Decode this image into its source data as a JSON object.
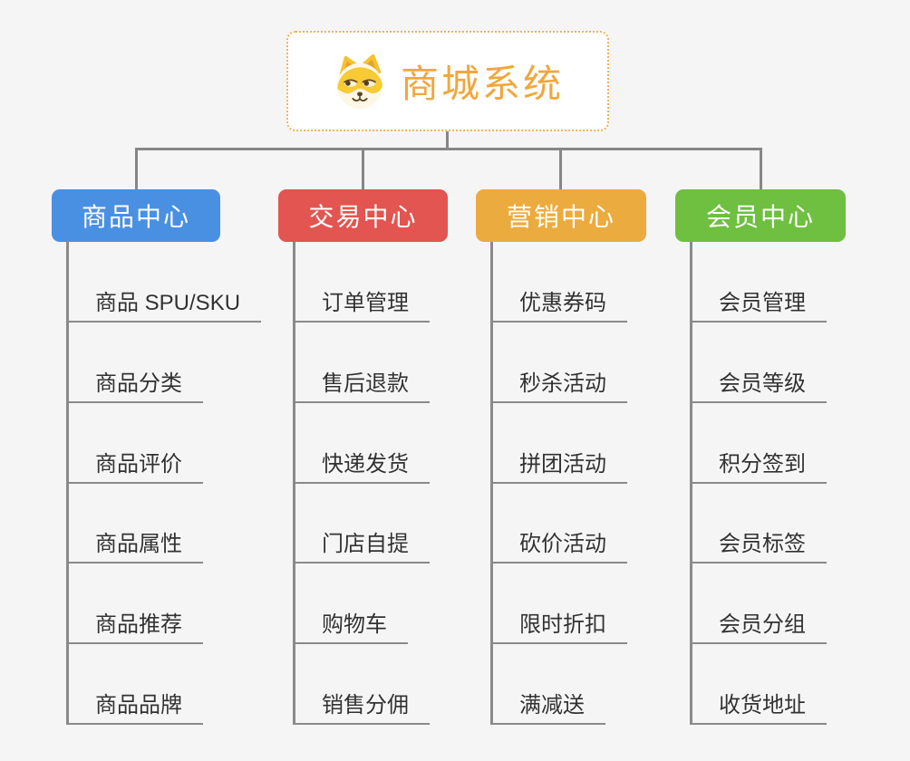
{
  "page": {
    "background_color": "#f5f5f6",
    "connector_color": "#868686"
  },
  "root": {
    "title": "商城系统",
    "icon": "doge-icon",
    "text_color": "#f1a73c",
    "border_color": "#efb158"
  },
  "branches": [
    {
      "label": "商品中心",
      "color": "#4a90e2",
      "children": [
        "商品 SPU/SKU",
        "商品分类",
        "商品评价",
        "商品属性",
        "商品推荐",
        "商品品牌"
      ]
    },
    {
      "label": "交易中心",
      "color": "#e25550",
      "children": [
        "订单管理",
        "售后退款",
        "快递发货",
        "门店自提",
        "购物车",
        "销售分佣"
      ]
    },
    {
      "label": "营销中心",
      "color": "#ecab3e",
      "children": [
        "优惠券码",
        "秒杀活动",
        "拼团活动",
        "砍价活动",
        "限时折扣",
        "满减送"
      ]
    },
    {
      "label": "会员中心",
      "color": "#6fbf40",
      "children": [
        "会员管理",
        "会员等级",
        "积分签到",
        "会员标签",
        "会员分组",
        "收货地址"
      ]
    }
  ]
}
